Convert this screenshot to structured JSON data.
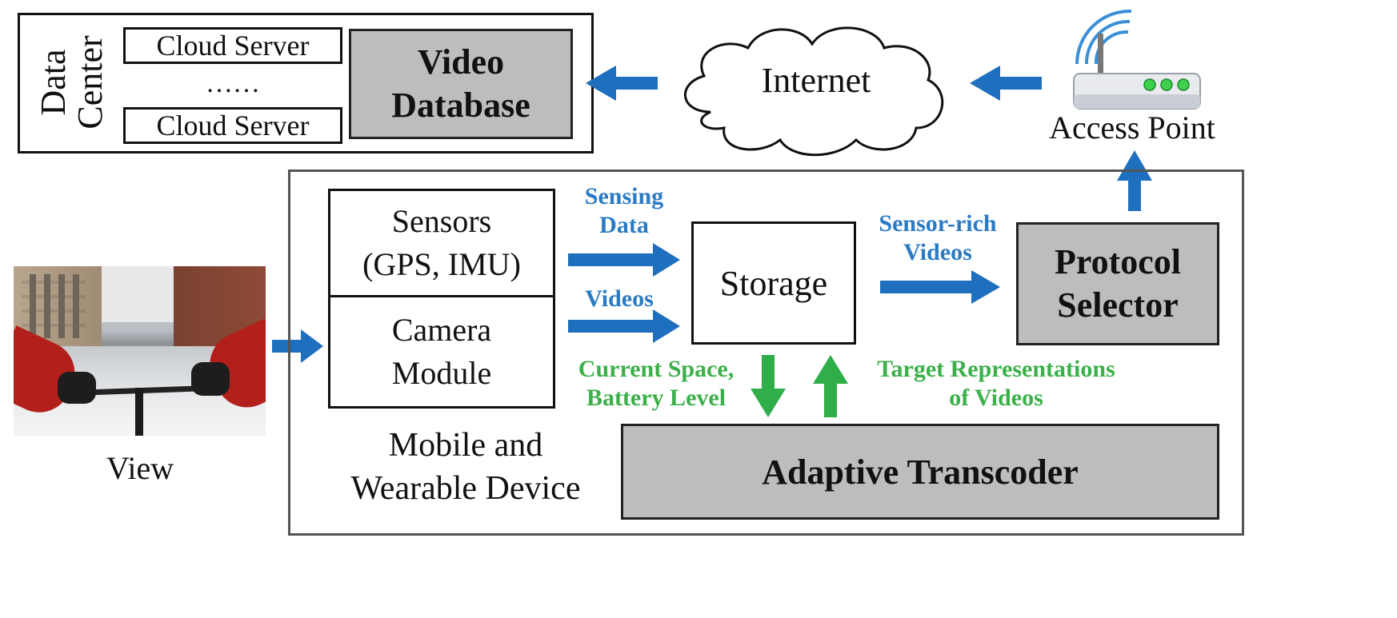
{
  "data_center": {
    "label_line1": "Data",
    "label_line2": "Center",
    "cloud_server_top": "Cloud Server",
    "ellipsis": "……",
    "cloud_server_bottom": "Cloud Server",
    "video_db_line1": "Video",
    "video_db_line2": "Database"
  },
  "internet": {
    "label": "Internet"
  },
  "access_point": {
    "label": "Access Point"
  },
  "device": {
    "sensors_line1": "Sensors",
    "sensors_line2": "(GPS, IMU)",
    "camera_line1": "Camera",
    "camera_line2": "Module",
    "storage": "Storage",
    "protocol_line1": "Protocol",
    "protocol_line2": "Selector",
    "transcoder": "Adaptive Transcoder",
    "device_label_line1": "Mobile and",
    "device_label_line2": "Wearable Device"
  },
  "flows": {
    "sensing_line1": "Sensing",
    "sensing_line2": "Data",
    "videos": "Videos",
    "sensor_rich_line1": "Sensor-rich",
    "sensor_rich_line2": "Videos",
    "current_line1": "Current Space,",
    "current_line2": "Battery Level",
    "target_line1": "Target Representations",
    "target_line2": "of Videos"
  },
  "view": {
    "label": "View"
  },
  "colors": {
    "blue_arrow": "#1f6fbf",
    "green_arrow": "#2fae4a",
    "gray_box": "#bdbdbd"
  }
}
